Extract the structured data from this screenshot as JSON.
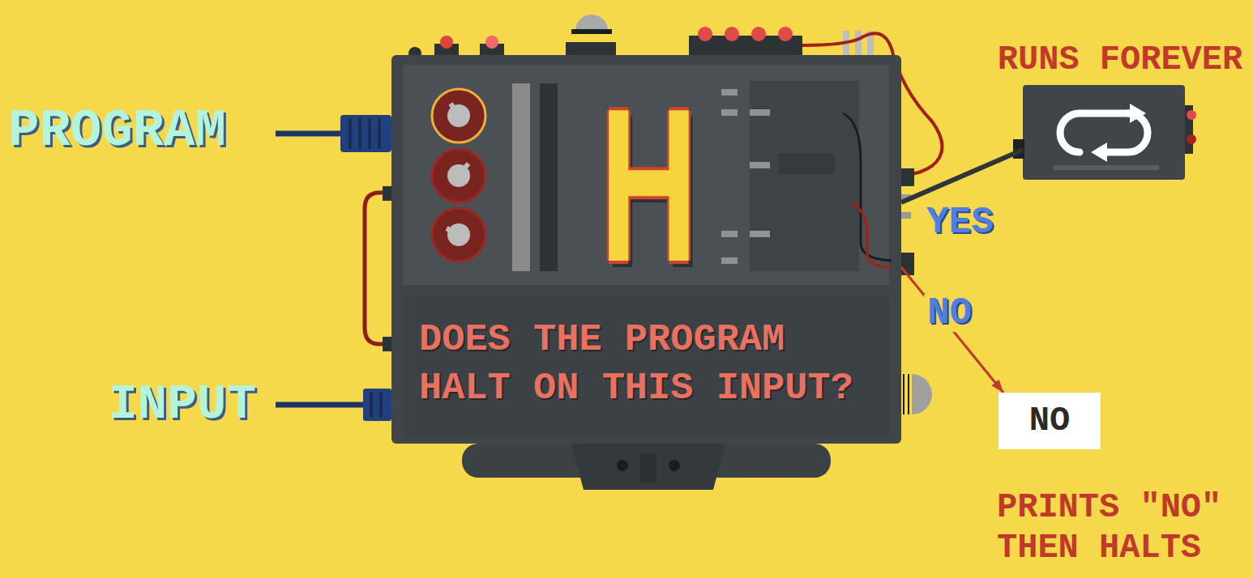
{
  "diagram": {
    "nodes": [
      {
        "text": [
          "H"
        ]
      },
      {
        "text": [
          "DOES THE PROGRAM HALT ON THIS INPUT?"
        ],
        "in": 0
      },
      {
        "text": [
          "RUNS FOREVER"
        ]
      },
      {
        "text": [
          "NO"
        ]
      }
    ],
    "edges": [
      {
        "from": 0,
        "to": 2,
        "label": "YES",
        "arrow": "none"
      },
      {
        "from": 0,
        "to": 3,
        "label": "NO",
        "arrow": "to"
      }
    ],
    "labels": [
      "PROGRAM",
      "INPUT",
      "PRINTS \"NO\" THEN HALTS"
    ]
  }
}
